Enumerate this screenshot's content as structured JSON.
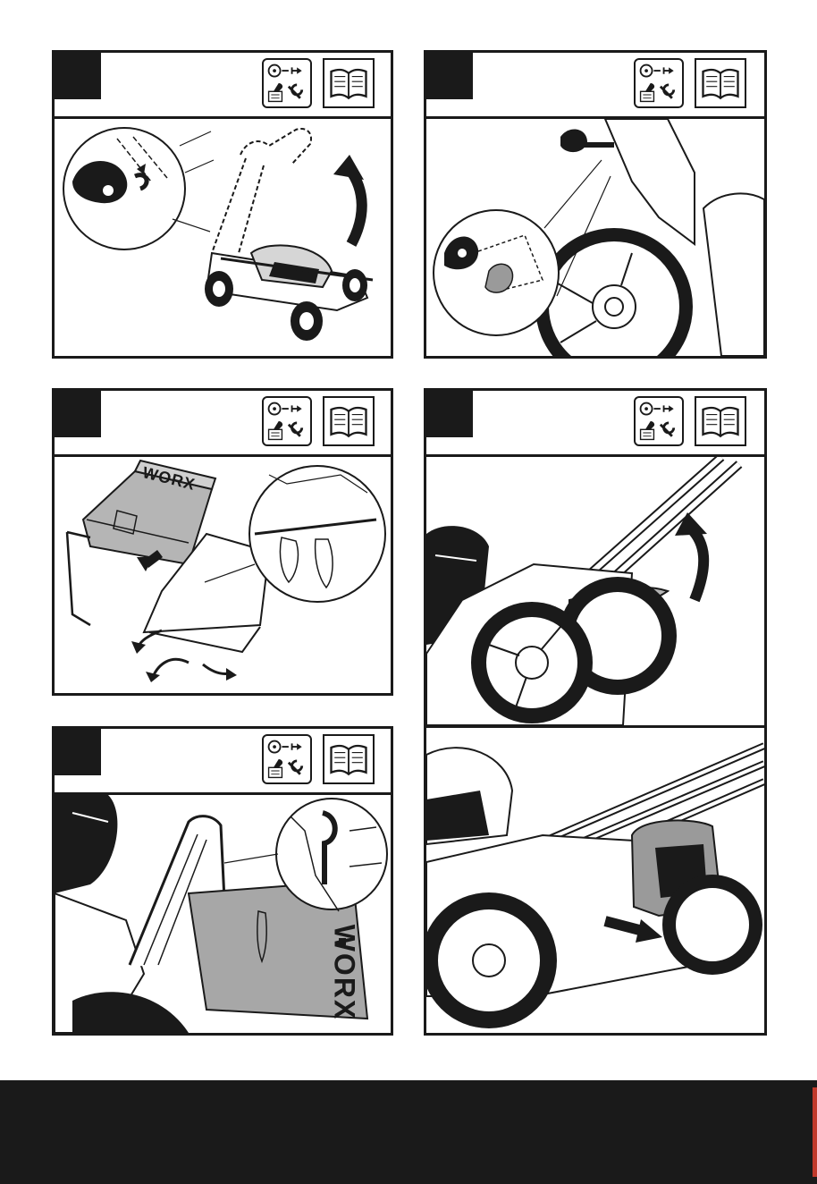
{
  "panels": [
    {
      "id": "panel-1",
      "step": "",
      "brand_text": ""
    },
    {
      "id": "panel-2",
      "step": ""
    },
    {
      "id": "panel-3",
      "step": "",
      "brand_text": "WORX"
    },
    {
      "id": "panel-4",
      "step": ""
    },
    {
      "id": "panel-5",
      "step": "",
      "brand_text": "WORX"
    }
  ],
  "icons": {
    "unplug": "unplug-before-maintenance-icon",
    "manual": "read-manual-icon"
  },
  "colors": {
    "ink": "#1a1a1a",
    "shade": "#9a9a9a",
    "light_shade": "#c8c8c8",
    "footer": "#1a1a1a",
    "footer_edge": "#c0392b"
  }
}
